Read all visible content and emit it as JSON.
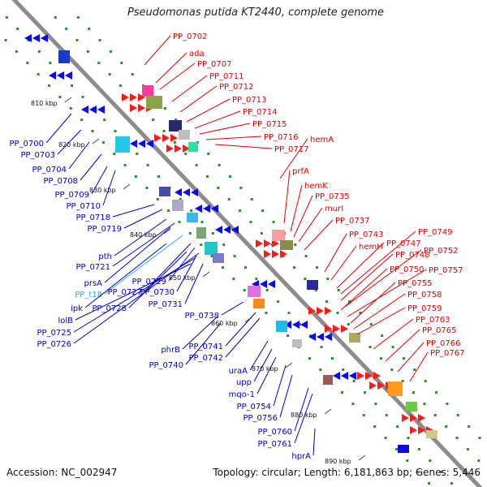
{
  "title": "Pseudomonas putida KT2440, complete genome",
  "accession": "Accession: NC_002947",
  "summary": "Topology: circular; Length: 6,181,863 bp; Genes: 5,446",
  "colors": {
    "backbone": "#8c8c8c",
    "plus_strand_label": "#e00000",
    "minus_strand_label": "#0000c8",
    "trna_label": "#33aadd",
    "dots": "#2e8b2e"
  },
  "kbp_ticks": [
    "810 kbp",
    "820 kbp",
    "830 kbp",
    "840 kbp",
    "850 kbp",
    "860 kbp",
    "870 kbp",
    "880 kbp",
    "890 kbp"
  ],
  "right_labels": [
    "PP_0702",
    "ada",
    "PP_0707",
    "PP_0711",
    "PP_0712",
    "PP_0713",
    "PP_0714",
    "PP_0715",
    "PP_0716",
    "PP_0717",
    "hemA",
    "prfA",
    "hemK",
    "PP_0735",
    "murI",
    "PP_0737",
    "PP_0743",
    "hemH",
    "PP_0747",
    "PP_0749",
    "PP_0748",
    "PP_0752",
    "PP_0750",
    "PP_0757",
    "PP_0755",
    "PP_0758",
    "PP_0759",
    "PP_0763",
    "PP_0765",
    "PP_0766",
    "PP_0767"
  ],
  "left_labels": [
    "PP_0700",
    "PP_0703",
    "PP_0704",
    "PP_0708",
    "PP_0709",
    "PP_0710",
    "PP_0718",
    "PP_0719",
    "pth",
    "PP_0721",
    "prsA",
    "PP_t18",
    "PP_0727",
    "PP_0729",
    "PP_0730",
    "ipk",
    "PP_0728",
    "PP_0731",
    "lolB",
    "PP_0725",
    "PP_0726",
    "PP_0738",
    "phrB",
    "PP_0741",
    "PP_0742",
    "PP_0740",
    "uraA",
    "upp",
    "mqo-1",
    "PP_0754",
    "PP_0756",
    "PP_0760",
    "PP_0761",
    "hprA"
  ]
}
